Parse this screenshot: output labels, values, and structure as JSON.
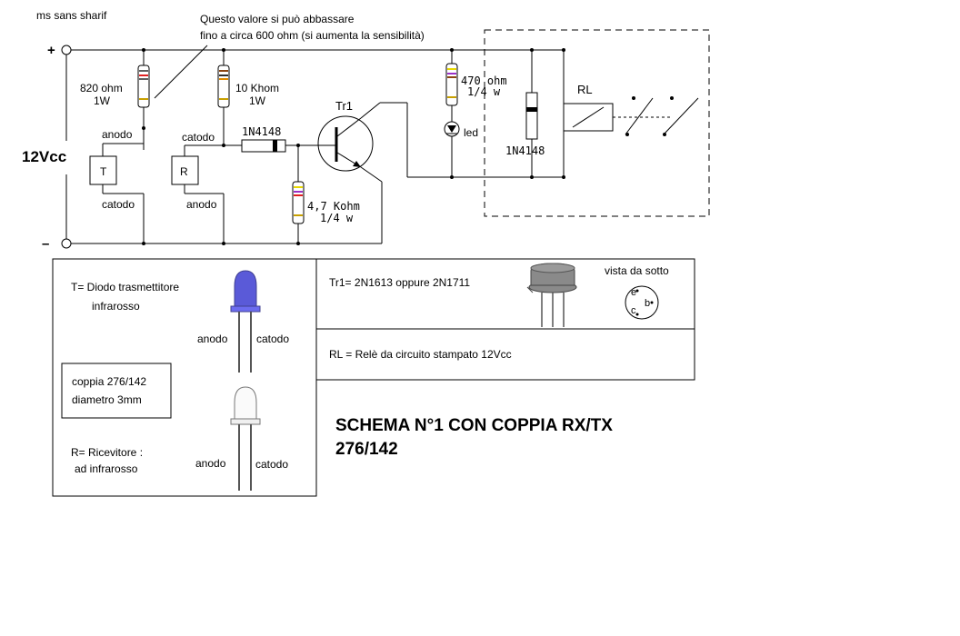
{
  "header": {
    "font_note": "ms sans sharif",
    "value_note_1": "Questo valore si può abbassare",
    "value_note_2": "fino a circa  600  ohm  (si aumenta la sensibilità)"
  },
  "supply": {
    "plus": "+",
    "minus": "–",
    "voltage": "12Vcc"
  },
  "components": {
    "r1_value": "820 ohm",
    "r1_power": "1W",
    "r2_value": "10 Khom",
    "r2_power": "1W",
    "r3_value": "4,7 Kohm",
    "r3_power": "1/4 w",
    "r4_value": "470 ohm",
    "r4_power": "1/4 w",
    "diode_label": "1N4148",
    "diode2_label": "1N4148",
    "transistor": "Tr1",
    "relay": "RL",
    "led": "led",
    "t_box": "T",
    "r_box": "R",
    "t_anode": "anodo",
    "t_cathode": "catodo",
    "r_cathode": "catodo",
    "r_anode": "anodo"
  },
  "legend": {
    "t_desc_1": "T= Diodo trasmettitore",
    "t_desc_2": "infrarosso",
    "pair_1": "coppia  276/142",
    "pair_2": "diametro 3mm",
    "r_desc_1": "R= Ricevitore :",
    "r_desc_2": "ad infrarosso",
    "led1_anode": "anodo",
    "led1_cathode": "catodo",
    "led2_anode": "anodo",
    "led2_cathode": "catodo",
    "tr_desc": "Tr1=  2N1613 oppure 2N1711",
    "bottom_view": "vista da sotto",
    "pin_e": "e",
    "pin_b": "b",
    "pin_c": "c",
    "rl_desc": "RL = Relè da circuito stampato 12Vcc",
    "title_1": "SCHEMA N°1 CON COPPIA RX/TX",
    "title_2": "276/142"
  },
  "colors": {
    "ir_led_body": "#5a5ad8",
    "transistor_can": "#8a8a8a",
    "band_orange": "#e08a00",
    "band_red": "#e02020",
    "band_violet": "#9b30c8",
    "band_yellow": "#e8d800"
  }
}
